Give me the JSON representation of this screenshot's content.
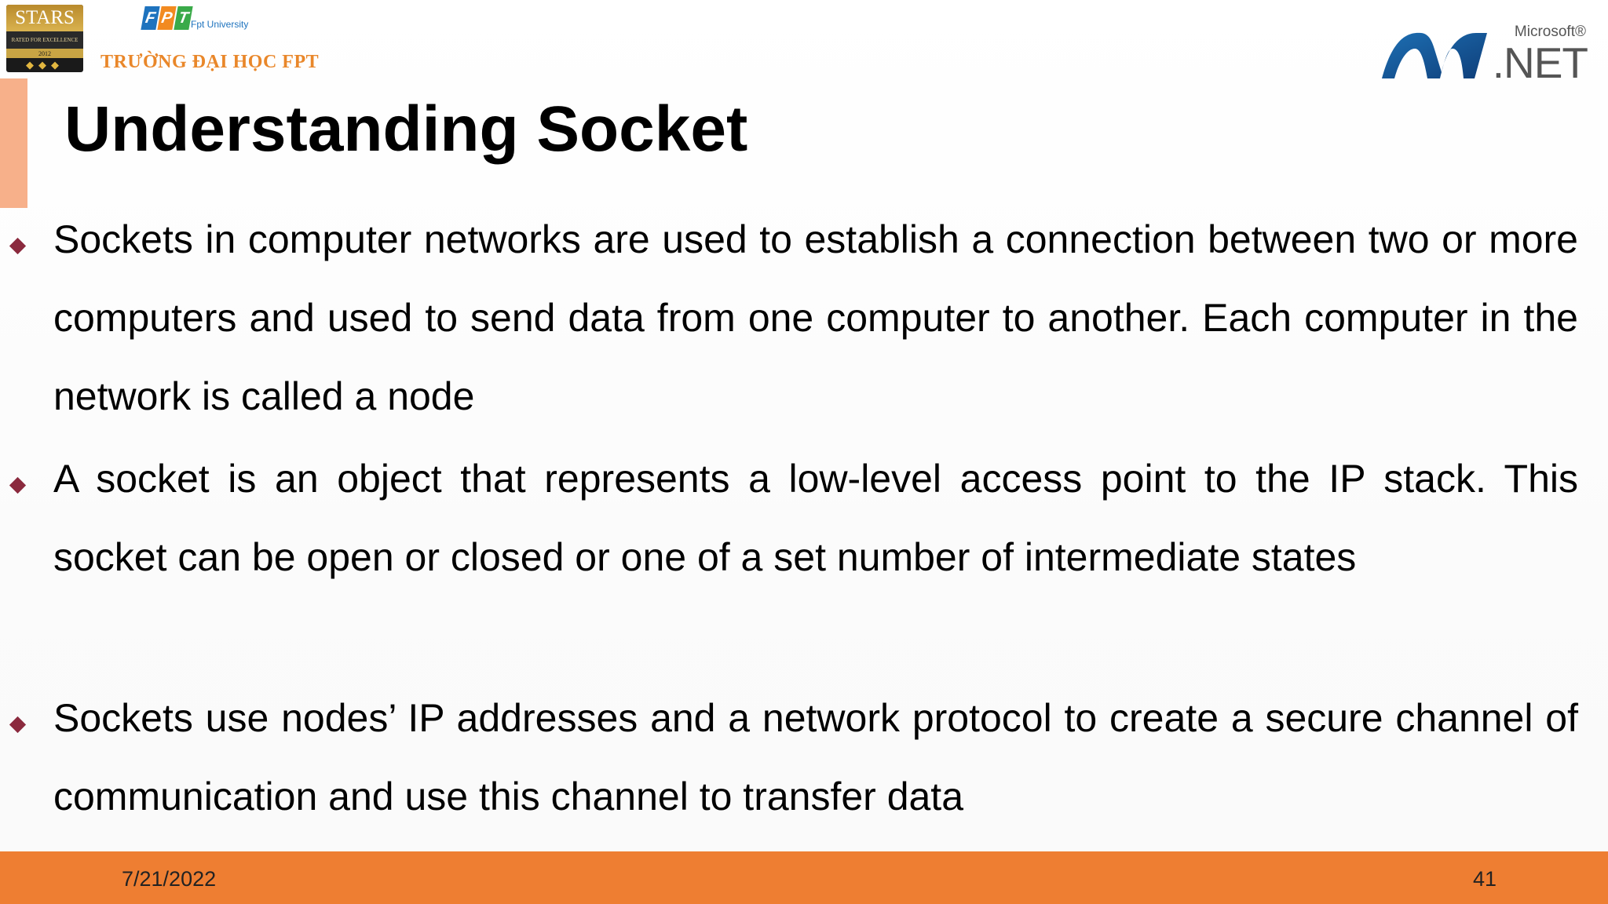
{
  "logos": {
    "stars": {
      "title": "STARS",
      "subtitle": "RATED FOR EXCELLENCE",
      "year": "2012"
    },
    "fpt": {
      "letters": [
        "F",
        "P",
        "T"
      ],
      "university": "Fpt University",
      "name": "TRƯỜNG ĐẠI HỌC FPT"
    },
    "dotnet": {
      "brand": "Microsoft®",
      "product": ".NET"
    }
  },
  "slide": {
    "title": "Understanding Socket",
    "bullets": [
      "Sockets in computer networks are used to establish a connection between two or more computers and used to send data from one computer to another. Each computer in the network is called a node",
      "A socket is an object that represents a low-level access point to the IP stack. This socket can be open or closed or one of a set number of intermediate states",
      "Sockets use nodes’ IP addresses and a network protocol to create a secure channel of communication and use this channel to transfer data"
    ]
  },
  "footer": {
    "date": "7/21/2022",
    "page_number": "41"
  },
  "colors": {
    "footer_bar": "#ee7e32",
    "accent_bar": "#f7b08a",
    "bullet_marker": "#8b2a3e",
    "fpt_name": "#e9872a"
  },
  "icons": {
    "bullet": "diamond-bullet-icon"
  }
}
